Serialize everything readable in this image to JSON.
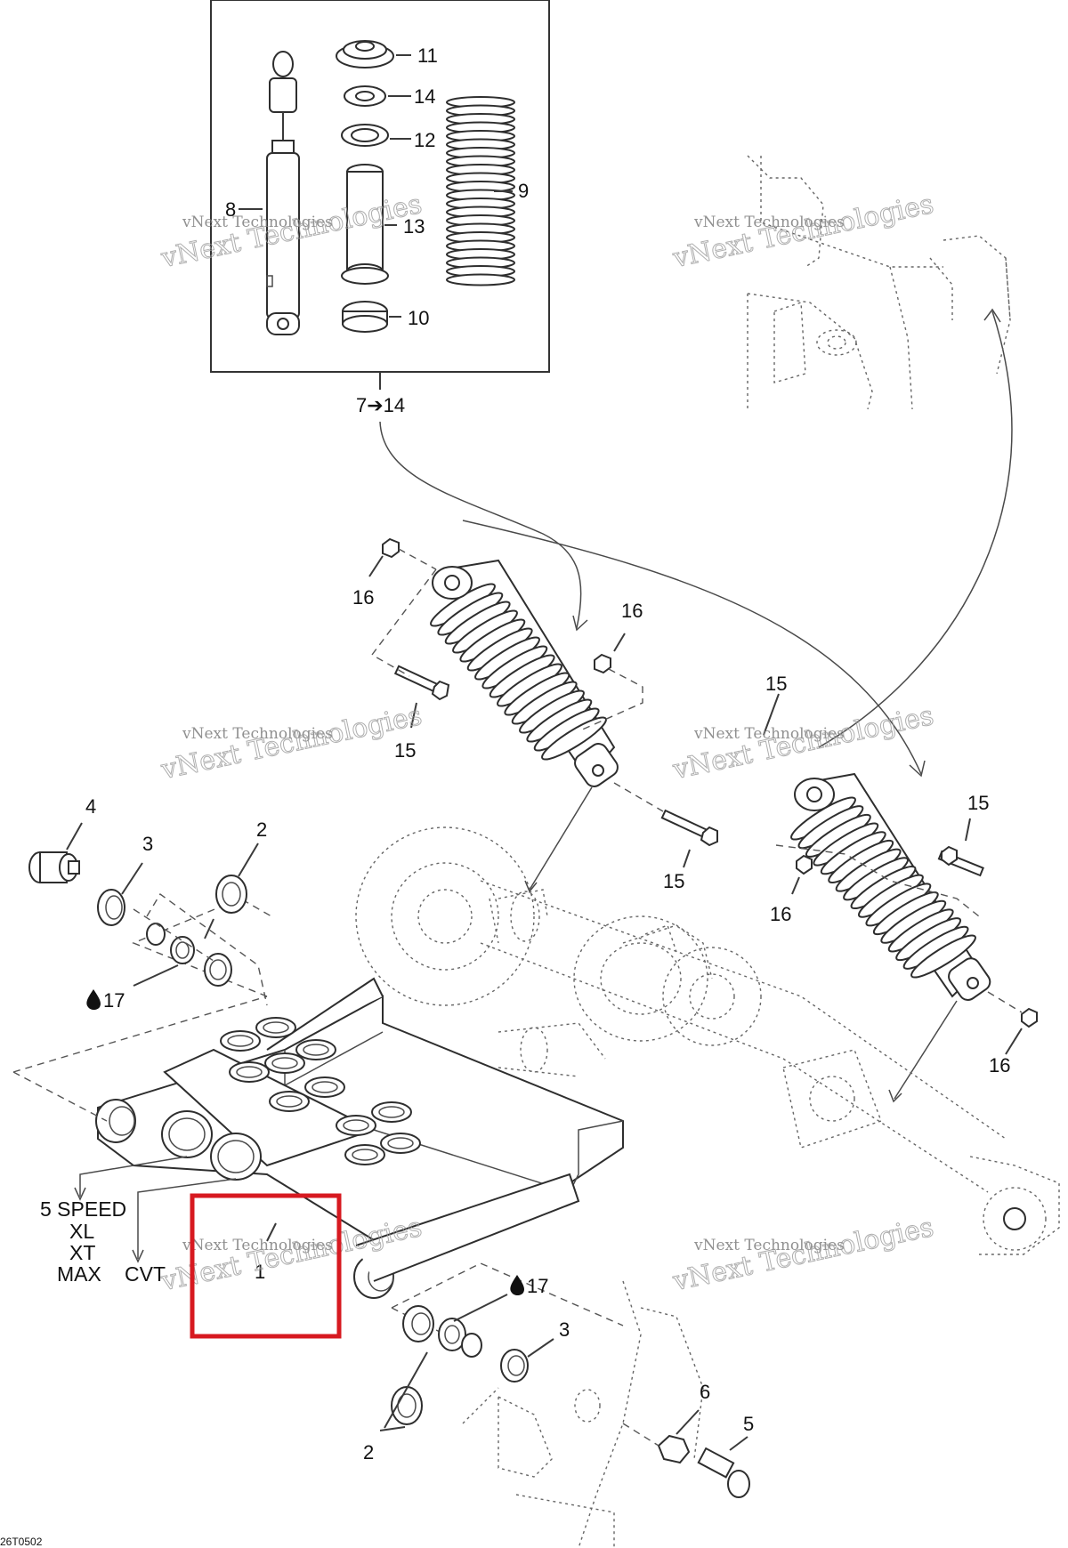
{
  "inset_label": "7➔14",
  "figure_code": "26T0502",
  "watermark": {
    "line1": "vNext Technologies",
    "line2": "vNext Technologies"
  },
  "labels": {
    "n1": "1",
    "n2": "2",
    "n3": "3",
    "n4": "4",
    "n5": "5",
    "n6": "6",
    "n8": "8",
    "n9": "9",
    "n10": "10",
    "n11": "11",
    "n12": "12",
    "n13": "13",
    "n14": "14",
    "n15": "15",
    "n16": "16",
    "n17": "17"
  },
  "variants": {
    "left": [
      "5 SPEED",
      "XL",
      "XT",
      "MAX"
    ],
    "right": "CVT"
  },
  "colors": {
    "line": "#3a3a3a",
    "highlight": "#d71920",
    "watermark": "#9a9a9a"
  },
  "icons": {
    "lubricant": "oil-drop-icon"
  }
}
